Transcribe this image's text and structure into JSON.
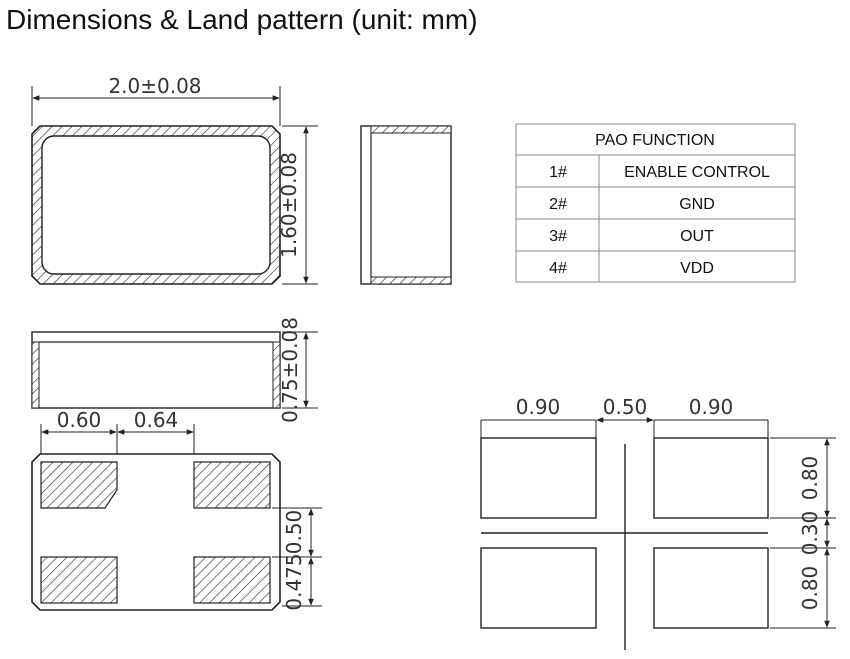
{
  "title": "Dimensions & Land pattern (unit: mm)",
  "dimensions": {
    "top_width": "2.0±0.08",
    "top_height": "1.60±0.08",
    "side_height": "0.75±0.08",
    "pad_width": "0.60",
    "pad_spacing": "0.64",
    "pad_gap_vertical": "0.50",
    "pad_height": "0.475"
  },
  "land_pattern": {
    "pad_width_left": "0.90",
    "gap": "0.50",
    "pad_width_right": "0.90",
    "pad_height_top": "0.80",
    "gap_vertical": "0.30",
    "pad_height_bottom": "0.80"
  },
  "pad_table": {
    "header": "PAO FUNCTION",
    "rows": [
      {
        "pin": "1#",
        "function": "ENABLE CONTROL"
      },
      {
        "pin": "2#",
        "function": "GND"
      },
      {
        "pin": "3#",
        "function": "OUT"
      },
      {
        "pin": "4#",
        "function": "VDD"
      }
    ]
  },
  "colors": {
    "line": "#222222",
    "text": "#333333",
    "table_border": "#888888"
  }
}
